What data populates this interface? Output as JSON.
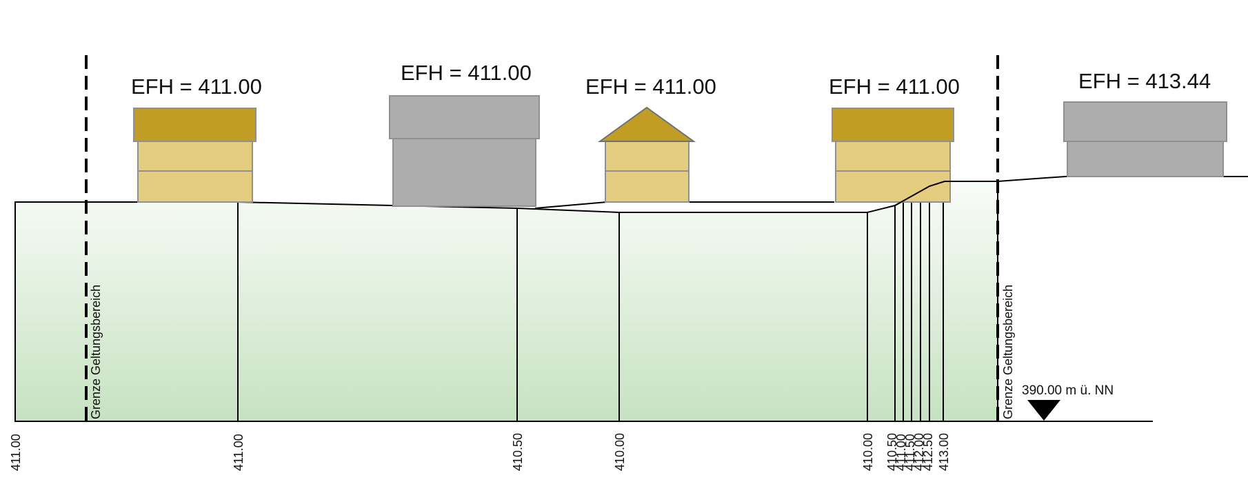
{
  "houses": [
    {
      "efh": "EFH = 411.00",
      "roof": "flat-gold"
    },
    {
      "efh": "EFH = 411.00",
      "roof": "flat-grey"
    },
    {
      "efh": "EFH = 411.00",
      "roof": "gable-gold"
    },
    {
      "efh": "EFH = 411.00",
      "roof": "flat-gold"
    },
    {
      "efh": "EFH = 413.44",
      "roof": "flat-grey"
    }
  ],
  "boundary_labels": [
    "Grenze Geltungsbereich",
    "Grenze Geltungsbereich"
  ],
  "datum_label": "390.00 m ü. NN",
  "elevation_labels": [
    "411.00",
    "411.00",
    "410.50",
    "410.00",
    "410.00",
    "410.50",
    "411.00",
    "411.50",
    "412.00",
    "412.50",
    "413.00"
  ],
  "colors": {
    "house_wall": "#e5cd80",
    "house_roof_gold": "#c29d26",
    "house_grey": "#adadad",
    "ground_top": "#f7fbf5",
    "ground_bottom": "#c7e3c2",
    "line": "#000000"
  }
}
